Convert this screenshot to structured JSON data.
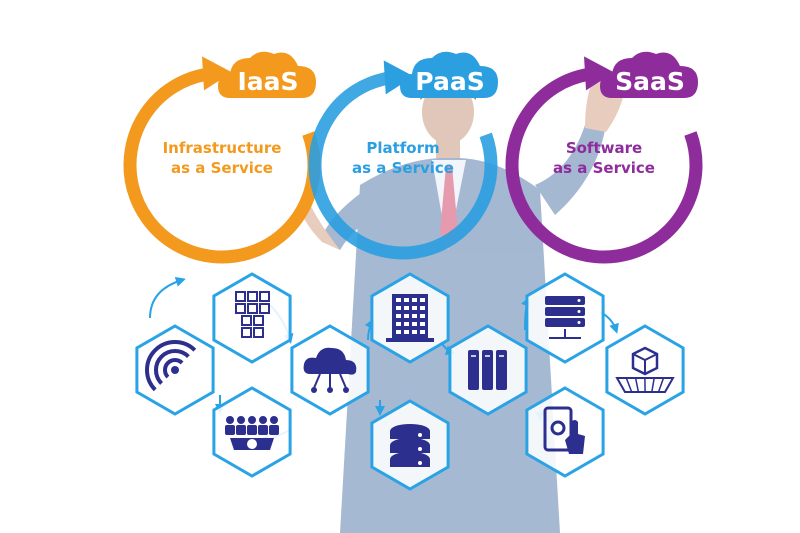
{
  "cycles": [
    {
      "key": "iaas",
      "abbr": "IaaS",
      "line1": "Infrastructure",
      "line2": "as a Service",
      "color": "#f39a1e"
    },
    {
      "key": "paas",
      "abbr": "PaaS",
      "line1": "Platform",
      "line2": "as a Service",
      "color": "#2b9fe0"
    },
    {
      "key": "saas",
      "abbr": "SaaS",
      "line1": "Software",
      "line2": "as a Service",
      "color": "#8e2c9c"
    }
  ],
  "hexagons": [
    {
      "key": "wifi",
      "icon": "wifi-signal-icon"
    },
    {
      "key": "cubes",
      "icon": "network-cubes-icon"
    },
    {
      "key": "team",
      "icon": "team-gear-icon"
    },
    {
      "key": "cloud",
      "icon": "cloud-network-icon"
    },
    {
      "key": "building",
      "icon": "office-building-icon"
    },
    {
      "key": "database",
      "icon": "database-icon"
    },
    {
      "key": "servers",
      "icon": "server-racks-icon"
    },
    {
      "key": "server-stack",
      "icon": "server-stack-icon"
    },
    {
      "key": "mobile",
      "icon": "mobile-touch-icon"
    },
    {
      "key": "platform",
      "icon": "platform-cube-icon"
    }
  ],
  "colors": {
    "hex_stroke": "#2aa3e6",
    "icon_fill": "#2c2f8e",
    "person_suit": "#5d7fae"
  }
}
